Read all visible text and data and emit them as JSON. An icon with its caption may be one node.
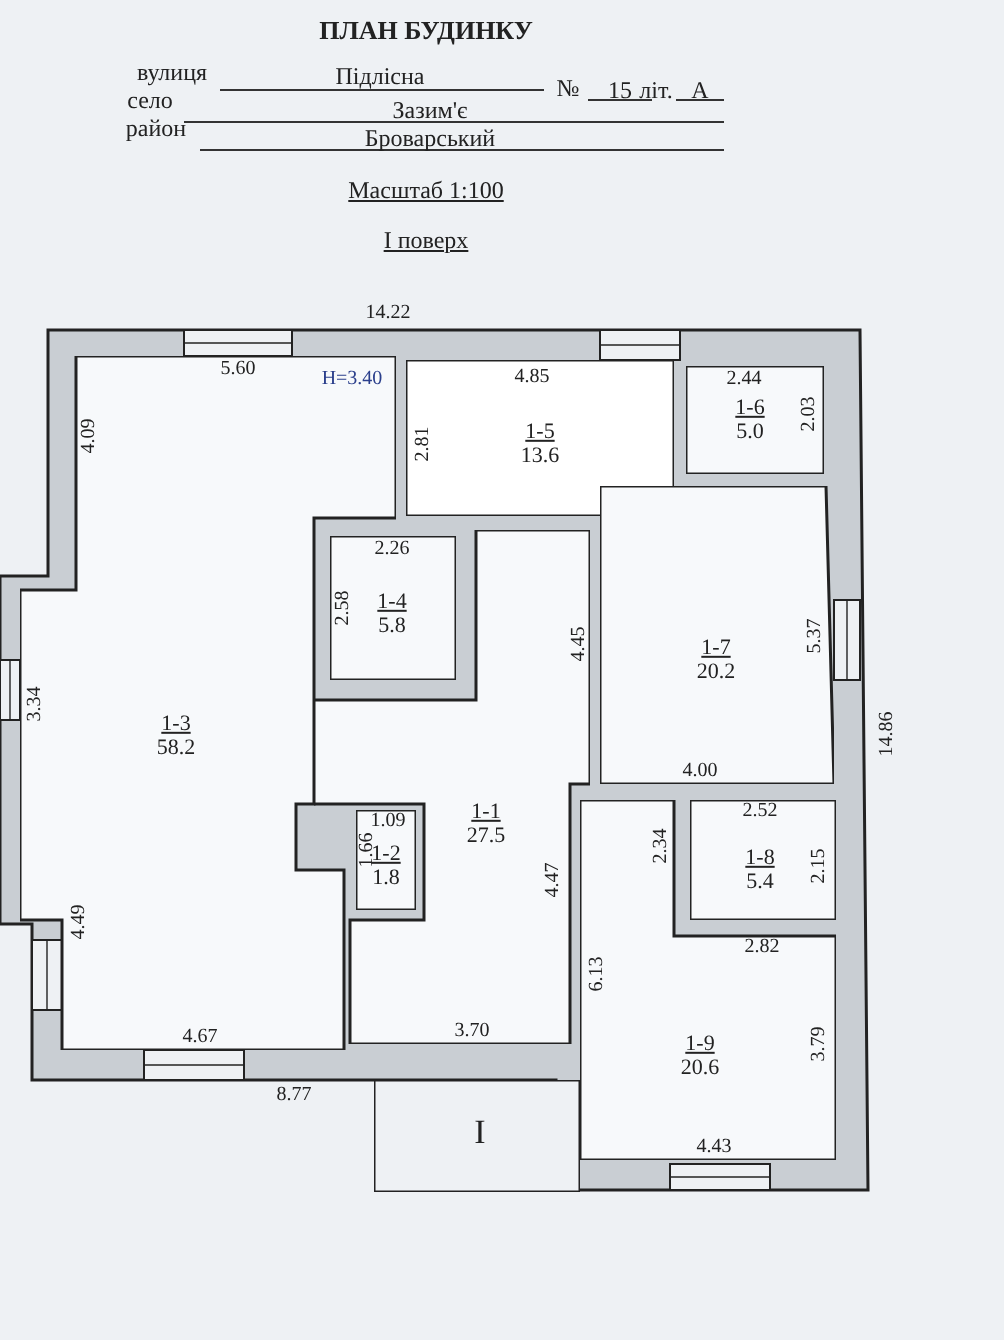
{
  "diagram": {
    "title": "ПЛАН БУДИНКУ",
    "nodes": [
      {
        "text": [
          "1-5",
          "13.6"
        ]
      },
      {
        "text": [
          "1-6",
          "5.0"
        ]
      },
      {
        "text": [
          "1-4",
          "5.8"
        ]
      },
      {
        "text": [
          "1-7",
          "20.2"
        ]
      },
      {
        "text": [
          "1-3",
          "58.2"
        ]
      },
      {
        "text": [
          "1-2",
          "1.8"
        ]
      },
      {
        "text": [
          "1-1",
          "27.5"
        ]
      },
      {
        "text": [
          "1-8",
          "5.4"
        ]
      },
      {
        "text": [
          "1-9",
          "20.6"
        ]
      },
      {
        "text": [
          "I"
        ]
      }
    ],
    "labels": [
      "вулиця",
      "Підлісна",
      "№",
      "15",
      "літ.",
      "А",
      "село",
      "Зазим'є",
      "район",
      "Броварський",
      "Масштаб 1:100",
      "I поверх",
      "14.22",
      "5.60",
      "H=3.40",
      "4.85",
      "2.44",
      "4.09",
      "2.81",
      "2.03",
      "2.26",
      "2.58",
      "5.37",
      "3.34",
      "4.45",
      "14.86",
      "4.00",
      "1.09",
      "1.66",
      "2.52",
      "2.34",
      "2.15",
      "4.49",
      "4.47",
      "2.82",
      "6.13",
      "3.79",
      "4.67",
      "3.70",
      "8.77",
      "4.43"
    ]
  }
}
